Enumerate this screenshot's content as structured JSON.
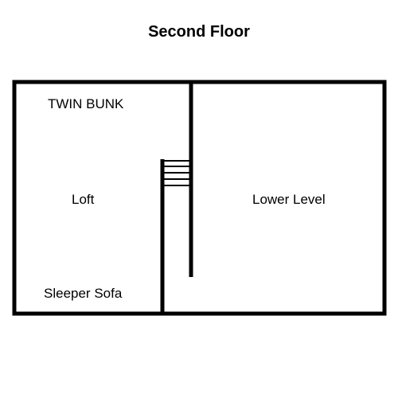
{
  "title": "Second Floor",
  "rooms": {
    "twin_bunk": "TWIN BUNK",
    "loft": "Loft",
    "lower_level": "Lower Level",
    "sleeper_sofa": "Sleeper Sofa"
  },
  "colors": {
    "wall": "#000000",
    "background": "#ffffff"
  }
}
